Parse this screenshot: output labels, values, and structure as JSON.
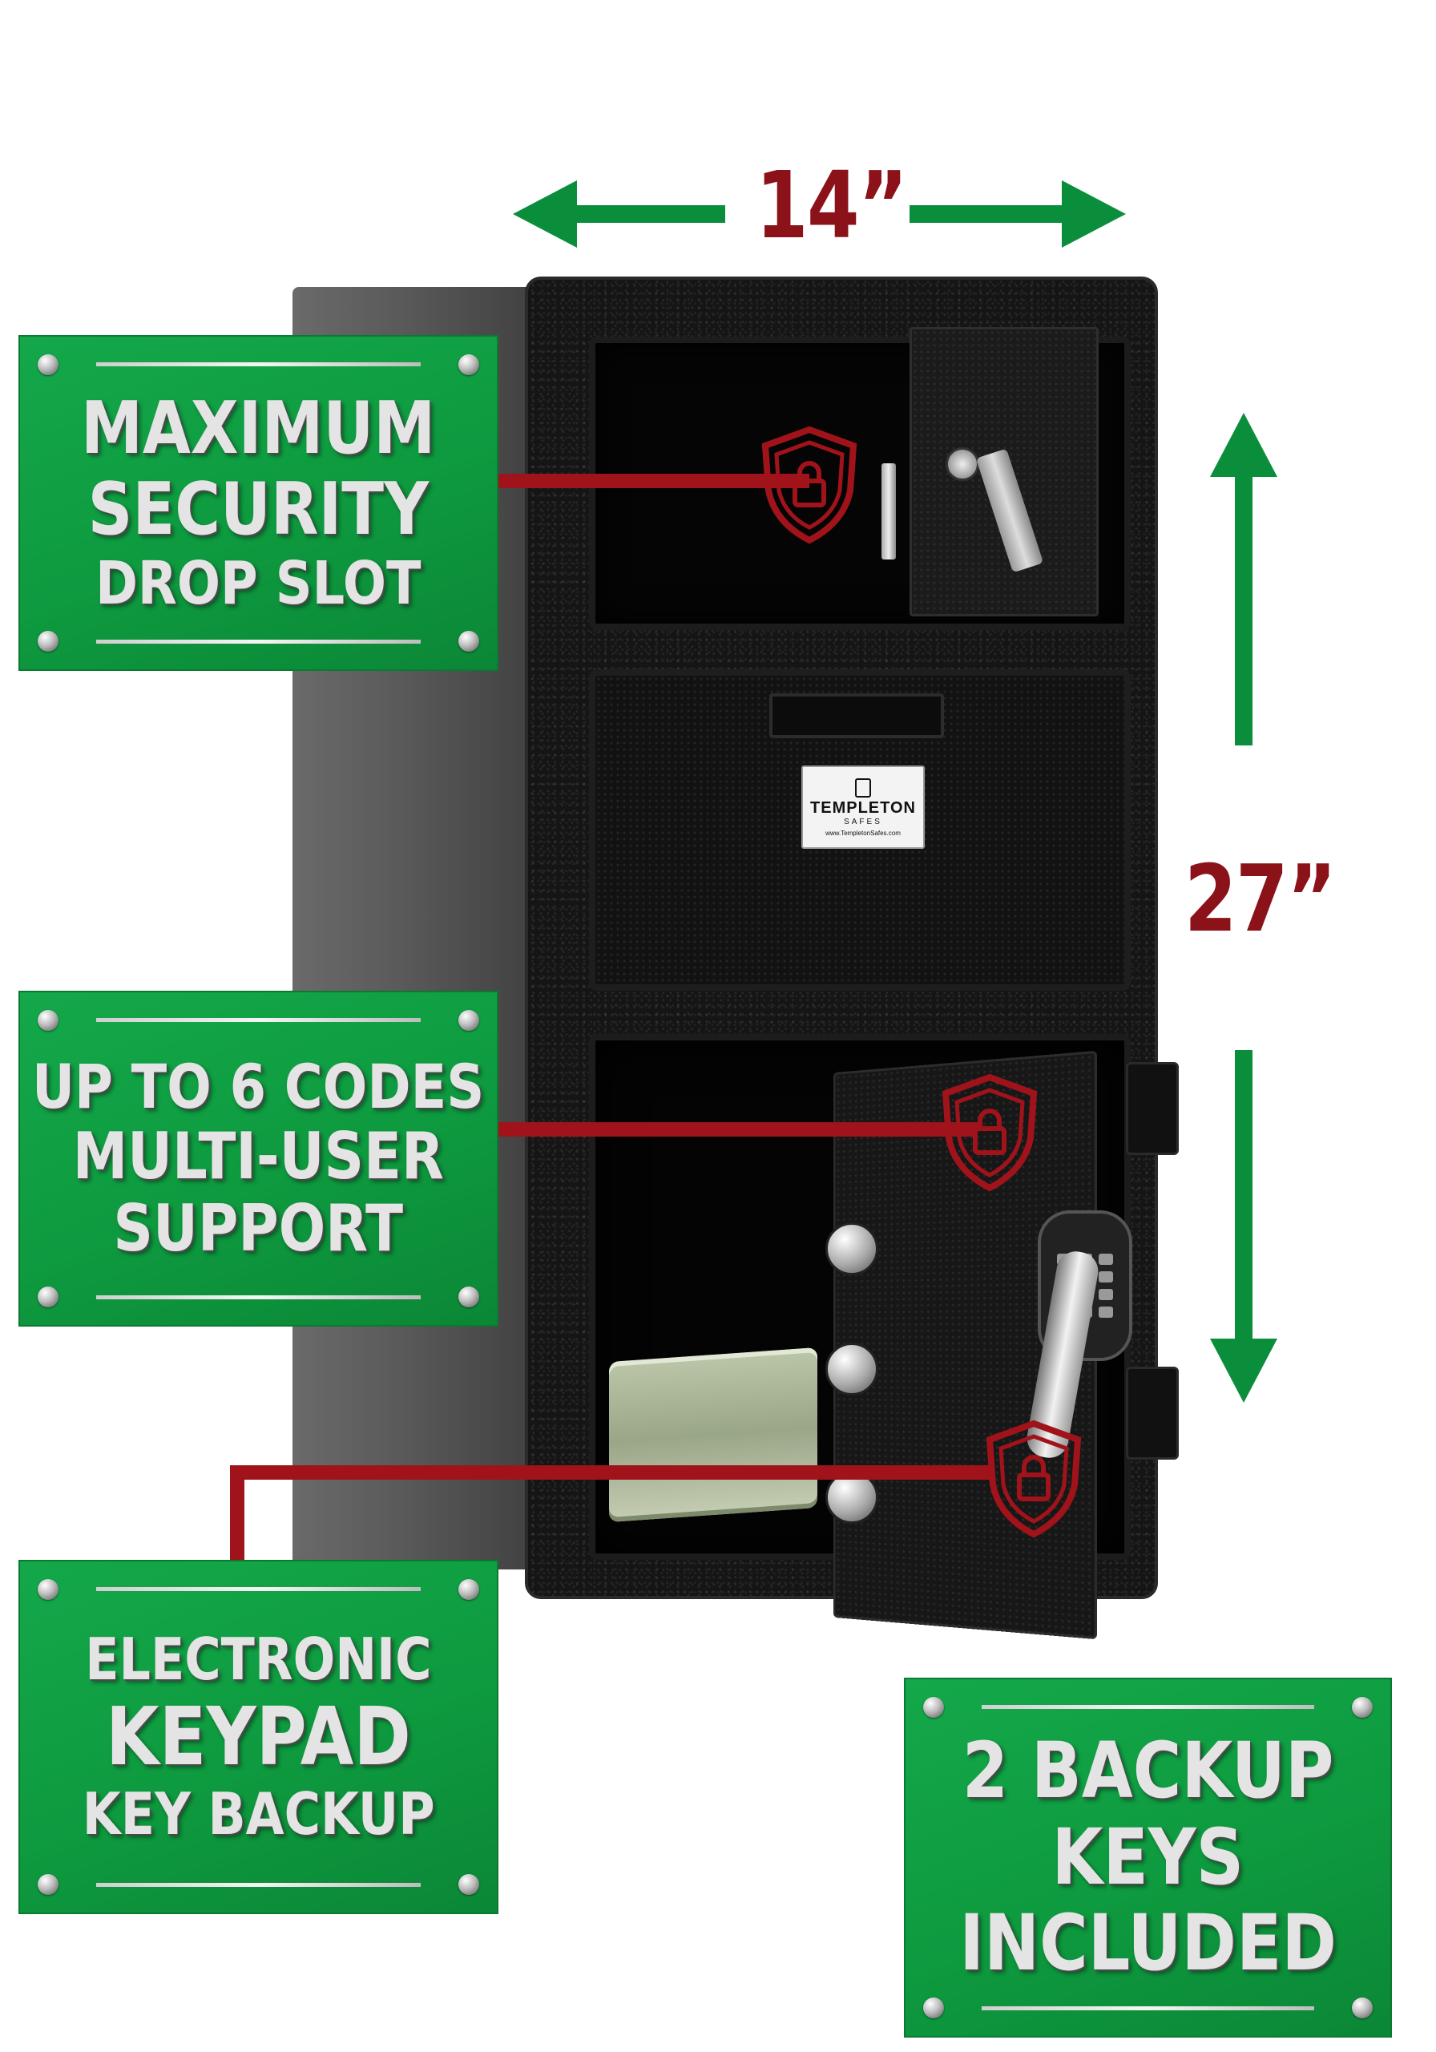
{
  "dimensions": {
    "width_label": "14”",
    "height_label": "27”"
  },
  "brand_plate": {
    "name": "TEMPLETON",
    "sub": "SAFES",
    "url": "www.TempletonSafes.com"
  },
  "callouts": [
    {
      "lines": [
        "MAXIMUM",
        "SECURITY",
        "DROP SLOT"
      ]
    },
    {
      "lines": [
        "UP TO 6 CODES",
        "MULTI-USER",
        "SUPPORT"
      ]
    },
    {
      "lines": [
        "ELECTRONIC",
        "KEYPAD",
        "KEY BACKUP"
      ]
    },
    {
      "lines": [
        "2 BACKUP",
        "KEYS",
        "INCLUDED"
      ]
    }
  ],
  "colors": {
    "panel_green": "#0e9a3f",
    "arrow_green": "#0a8e3c",
    "label_red": "#8b1218",
    "leader_red": "#a1131a"
  }
}
